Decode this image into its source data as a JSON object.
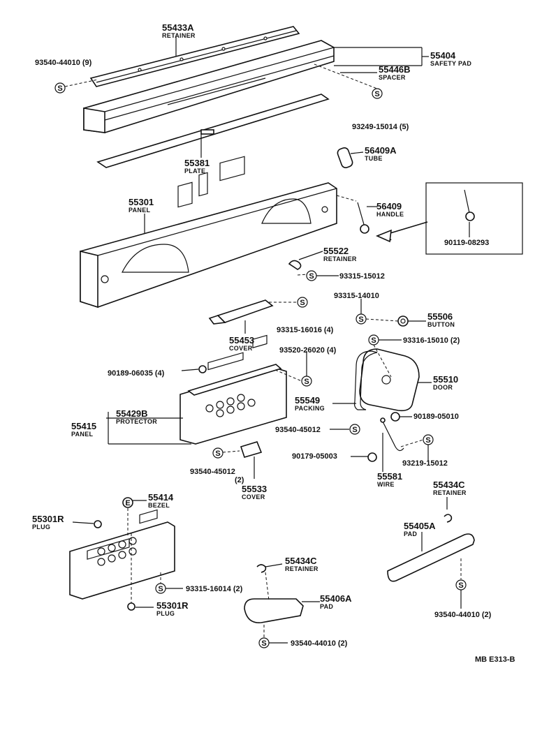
{
  "parts": {
    "p55433A": {
      "num": "55433A",
      "name": "RETAINER"
    },
    "p93540_44010_9": {
      "num": "93540-44010 (9)"
    },
    "p55404": {
      "num": "55404",
      "name": "SAFETY PAD"
    },
    "p55446B": {
      "num": "55446B",
      "name": "SPACER"
    },
    "p93249": {
      "num": "93249-15014 (5)"
    },
    "p55381": {
      "num": "55381",
      "name": "PLATE"
    },
    "p56409A": {
      "num": "56409A",
      "name": "TUBE"
    },
    "p55301": {
      "num": "55301",
      "name": "PANEL"
    },
    "p56409": {
      "num": "56409",
      "name": "HANDLE"
    },
    "p90119": {
      "num": "90119-08293"
    },
    "p55522": {
      "num": "55522",
      "name": "RETAINER"
    },
    "p93315_15012": {
      "num": "93315-15012"
    },
    "p93315_14010": {
      "num": "93315-14010"
    },
    "p55506": {
      "num": "55506",
      "name": "BUTTON"
    },
    "p93315_16016": {
      "num": "93315-16016 (4)"
    },
    "p55453": {
      "num": "55453",
      "name": "COVER"
    },
    "p93316": {
      "num": "93316-15010 (2)"
    },
    "p93520": {
      "num": "93520-26020 (4)"
    },
    "p90189_06035": {
      "num": "90189-06035 (4)"
    },
    "p55510": {
      "num": "55510",
      "name": "DOOR"
    },
    "p55549": {
      "num": "55549",
      "name": "PACKING"
    },
    "p55429B": {
      "num": "55429B",
      "name": "PROTECTOR"
    },
    "p55415": {
      "num": "55415",
      "name": "PANEL"
    },
    "p93540_45012_a": {
      "num": "93540-45012"
    },
    "p90189_05010": {
      "num": "90189-05010"
    },
    "p90179": {
      "num": "90179-05003"
    },
    "p93219": {
      "num": "93219-15012"
    },
    "p93540_45012_b": {
      "num": "93540-45012",
      "qty": "(2)"
    },
    "p55581": {
      "num": "55581",
      "name": "WIRE"
    },
    "p55533": {
      "num": "55533",
      "name": "COVER"
    },
    "p55434C_a": {
      "num": "55434C",
      "name": "RETAINER"
    },
    "p55414": {
      "num": "55414",
      "name": "BEZEL"
    },
    "p55301R_a": {
      "num": "55301R",
      "name": "PLUG"
    },
    "p55405A": {
      "num": "55405A",
      "name": "PAD"
    },
    "p55434C_b": {
      "num": "55434C",
      "name": "RETAINER"
    },
    "p93315_16014": {
      "num": "93315-16014 (2)"
    },
    "p55406A": {
      "num": "55406A",
      "name": "PAD"
    },
    "p55301R_b": {
      "num": "55301R",
      "name": "PLUG"
    },
    "p93540_44010_2a": {
      "num": "93540-44010 (2)"
    },
    "p93540_44010_2b": {
      "num": "93540-44010 (2)"
    }
  },
  "screw_symbol": "S",
  "bezel_symbol": "E",
  "footer_code": "MB E313-B"
}
